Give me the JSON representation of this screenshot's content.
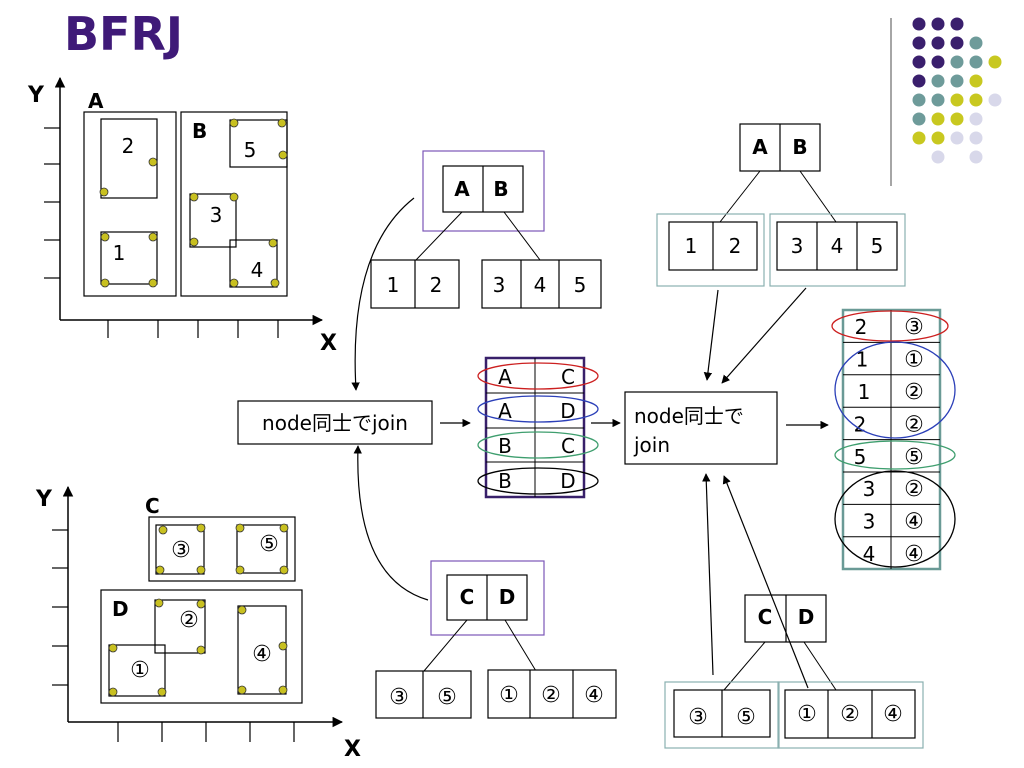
{
  "title": "BFRJ",
  "colors": {
    "title": "#3f1a78",
    "purple_box": "#7b56b8",
    "teal_box": "#8ab0b0",
    "dark_frame": "#38206a",
    "join_frame": "#6a9a96",
    "point": "#c8c020",
    "red": "#cc1f1f",
    "blue": "#2b3fb8",
    "green": "#3e9e6e",
    "black": "#000000"
  },
  "decor_dots": [
    "#3a1f6d",
    "#6e9b9a",
    "#c8c820",
    "#d8d8ea"
  ],
  "plot_top": {
    "y_label": "Y",
    "x_label": "X",
    "label_A": "A",
    "label_B": "B",
    "rects": [
      "2",
      "1",
      "5",
      "3",
      "4"
    ]
  },
  "plot_bottom": {
    "y_label": "Y",
    "x_label": "X",
    "label_C": "C",
    "label_D": "D",
    "rects": [
      "③",
      "⑤",
      "②",
      "①",
      "④"
    ]
  },
  "tree_ab_center": {
    "root": [
      "A",
      "B"
    ],
    "left": [
      "1",
      "2"
    ],
    "right": [
      "3",
      "4",
      "5"
    ]
  },
  "tree_cd_center": {
    "root": [
      "C",
      "D"
    ],
    "left": [
      "③",
      "⑤"
    ],
    "right": [
      "①",
      "②",
      "④"
    ]
  },
  "tree_ab_right": {
    "root": [
      "A",
      "B"
    ],
    "left": [
      "1",
      "2"
    ],
    "right": [
      "3",
      "4",
      "5"
    ]
  },
  "tree_cd_right": {
    "root": [
      "C",
      "D"
    ],
    "left": [
      "③",
      "⑤"
    ],
    "right": [
      "①",
      "②",
      "④"
    ]
  },
  "join_left": {
    "label": "node同士でjoin"
  },
  "join_right": {
    "line1": "node同士で",
    "line2": "join"
  },
  "pairs_mid": [
    [
      "A",
      "C"
    ],
    [
      "A",
      "D"
    ],
    [
      "B",
      "C"
    ],
    [
      "B",
      "D"
    ]
  ],
  "pairs_result": [
    [
      "2",
      "③"
    ],
    [
      "1",
      "①"
    ],
    [
      "1",
      "②"
    ],
    [
      "2",
      "②"
    ],
    [
      "5",
      "⑤"
    ],
    [
      "3",
      "②"
    ],
    [
      "3",
      "④"
    ],
    [
      "4",
      "④"
    ]
  ]
}
